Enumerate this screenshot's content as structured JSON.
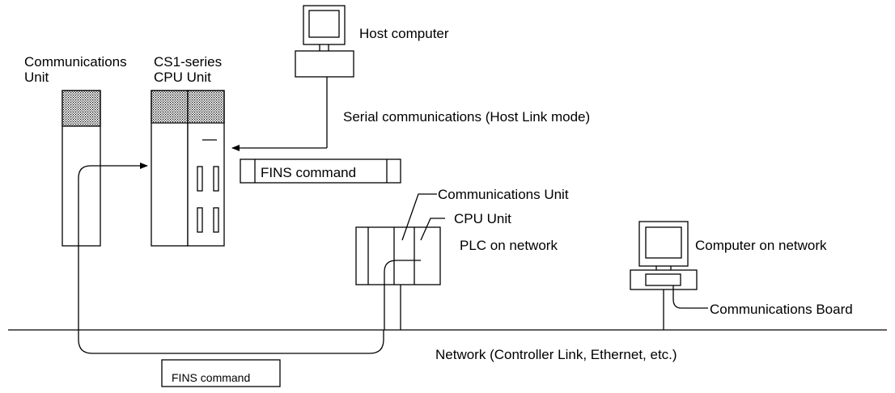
{
  "labels": {
    "host_computer": "Host computer",
    "communications_unit_line1": "Communications",
    "communications_unit_line2": "Unit",
    "cs1_cpu_line1": "CS1-series",
    "cs1_cpu_line2": "CPU Unit",
    "serial_comm": "Serial communications (Host Link mode)",
    "fins_command_top": "FINS command",
    "network_comm_unit": "Communications Unit",
    "network_cpu_unit": "CPU Unit",
    "plc_on_network": "PLC on network",
    "computer_on_network": "Computer on network",
    "communications_board": "Communications Board",
    "network": "Network (Controller Link, Ethernet, etc.)",
    "fins_command_bottom": "FINS command"
  }
}
